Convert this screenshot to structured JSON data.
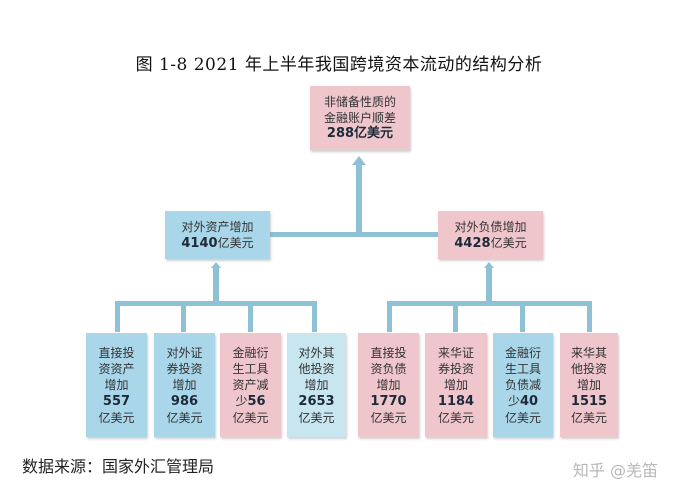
{
  "title": "图 1-8    2021 年上半年我国跨境资本流动的结构分析",
  "top_box": {
    "line1": "非储备性质的",
    "line2": "金融账户顺差",
    "value": "288亿美元",
    "color": "#eec6cb"
  },
  "mid_left": {
    "label": "对外资产增加",
    "value": "4140",
    "unit": "亿美元",
    "color": "#a9d6e8"
  },
  "mid_right": {
    "label": "对外负债增加",
    "value": "4428",
    "unit": "亿美元",
    "color": "#eec6cb"
  },
  "bottom_boxes": [
    {
      "l1": "直接投",
      "l2": "资资产",
      "l3": "增加",
      "pre": "",
      "value": "557",
      "unit": "亿美元",
      "color": "#a9d6e8"
    },
    {
      "l1": "对外证",
      "l2": "券投资",
      "l3": "增加",
      "pre": "",
      "value": "986",
      "unit": "亿美元",
      "color": "#a9d6e8"
    },
    {
      "l1": "金融衍",
      "l2": "生工具",
      "l3": "资产减",
      "pre": "少",
      "value": "56",
      "unit": "亿美元",
      "color": "#eec6cb"
    },
    {
      "l1": "对外其",
      "l2": "他投资",
      "l3": "增加",
      "pre": "",
      "value": "2653",
      "unit": "亿美元",
      "color": "#c8e6f0"
    },
    {
      "l1": "直接投",
      "l2": "资负债",
      "l3": "增加",
      "pre": "",
      "value": "1770",
      "unit": "亿美元",
      "color": "#eec6cb"
    },
    {
      "l1": "来华证",
      "l2": "券投资",
      "l3": "增加",
      "pre": "",
      "value": "1184",
      "unit": "亿美元",
      "color": "#eec6cb"
    },
    {
      "l1": "金融衍",
      "l2": "生工具",
      "l3": "负债减",
      "pre": "少",
      "value": "40",
      "unit": "亿美元",
      "color": "#a9d6e8"
    },
    {
      "l1": "来华其",
      "l2": "他投资",
      "l3": "增加",
      "pre": "",
      "value": "1515",
      "unit": "亿美元",
      "color": "#eec6cb"
    }
  ],
  "source": "数据来源：国家外汇管理局",
  "watermark": "知乎 @羌笛",
  "connector_color": "#8fc1d6"
}
